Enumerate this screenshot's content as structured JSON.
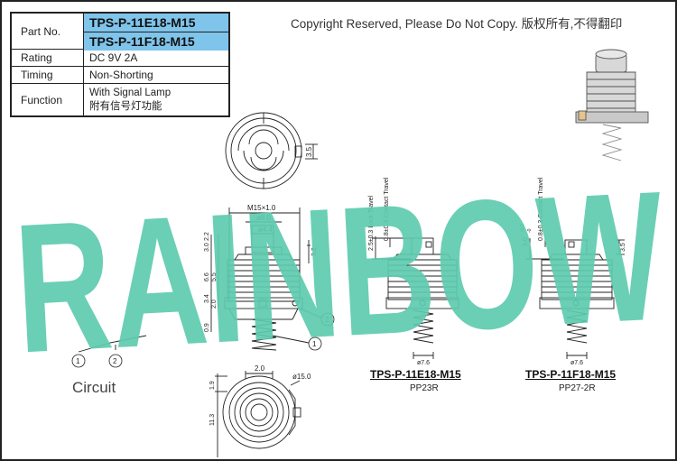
{
  "spec_table": {
    "part_no_label": "Part No.",
    "part_numbers": [
      "TPS-P-11E18-M15",
      "TPS-P-11F18-M15"
    ],
    "rating_label": "Rating",
    "rating_value": "DC  9V  2A",
    "timing_label": "Timing",
    "timing_value": "Non-Shorting",
    "function_label": "Function",
    "function_value_en": "With  Signal  Lamp",
    "function_value_cn": "附有信号灯功能"
  },
  "copyright": "Copyright  Reserved,  Please  Do  Not  Copy. 版权所有,不得翻印",
  "watermark": "RAINBOW",
  "colors": {
    "watermark": "#5ecbaf",
    "part_highlight": "#7fc4ea",
    "line": "#222222"
  },
  "circuit": {
    "label": "Circuit",
    "pins": [
      "1",
      "2"
    ]
  },
  "left_view": {
    "top_dims": {
      "side": "3.5"
    },
    "dims": [
      "M15×1.0",
      "ø8.0",
      "ø4.4",
      "2.2",
      "3.0",
      "3.2",
      "6.6",
      "5.5",
      "3.4",
      "2.0",
      "0.9"
    ],
    "callouts": [
      "2",
      "1"
    ]
  },
  "bottom_view": {
    "dims": [
      "2.0",
      "ø15.0",
      "1.9",
      "11.3"
    ]
  },
  "model_e": {
    "name": "TPS-P-11E18-M15",
    "code": "PP23R",
    "dims": [
      "2.5±0.3  Lock  Travel",
      "0.8±0.3  Contact  Travel",
      "ø7.6"
    ]
  },
  "model_f": {
    "name": "TPS-P-11F18-M15",
    "code": "PP27-2R",
    "dims": [
      "3.0",
      "+0.2",
      "-0",
      "0.8±0.3  Contact  Travel",
      "3.5",
      "ø7.6"
    ]
  }
}
